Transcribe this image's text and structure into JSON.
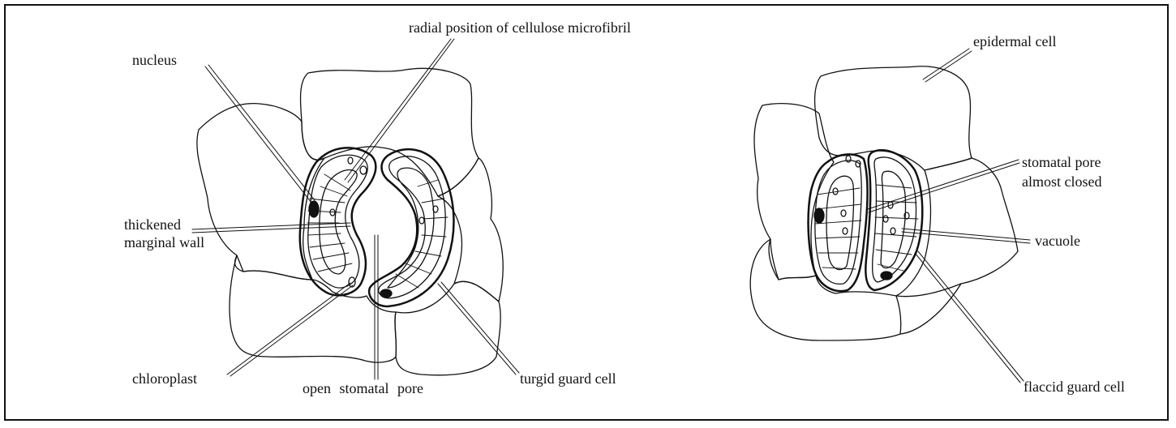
{
  "labels": {
    "radial_microfibril": "radial position of cellulose microfibril",
    "nucleus": "nucleus",
    "thickened_line1": "thickened",
    "thickened_line2": "marginal wall",
    "chloroplast": "chloroplast",
    "open_pore": "open stomatal pore",
    "turgid_guard_cell": "turgid guard cell",
    "epidermal_cell": "epidermal cell",
    "closed_pore_line1": "stomatal pore",
    "closed_pore_line2": "almost closed",
    "vacuole": "vacuole",
    "flaccid_guard_cell": "flaccid guard cell"
  },
  "colors": {
    "ink": "#111111",
    "background": "#ffffff"
  }
}
